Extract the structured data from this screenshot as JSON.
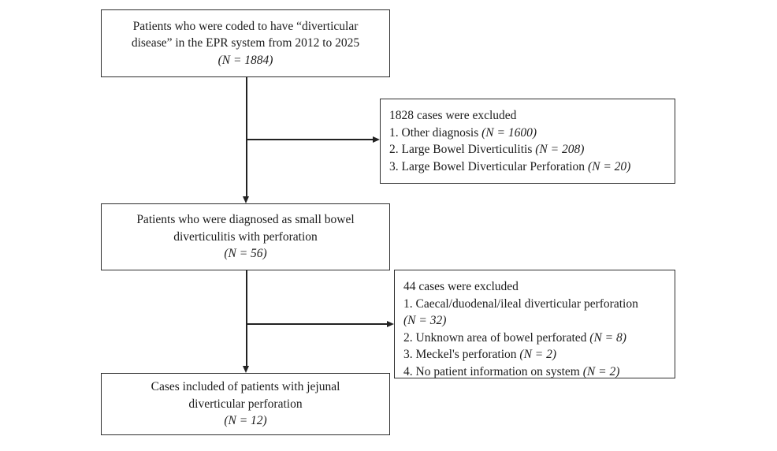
{
  "colors": {
    "line_color": "#222222",
    "border_color": "#2e2e2e",
    "text_color": "#1c1c1c",
    "bg_color": "#ffffff"
  },
  "diagram": {
    "box_coded": {
      "line1": "Patients who were coded to have “diverticular",
      "line2": "disease” in the EPR system from 2012 to 2025",
      "n": "(N = 1884)"
    },
    "box_excluded1": {
      "title": "1828 cases were excluded",
      "item1_text": "1. Other diagnosis ",
      "item1_n": "(N = 1600)",
      "item2_text": "2. Large Bowel Diverticulitis ",
      "item2_n": "(N = 208)",
      "item3_text": "3. Large Bowel Diverticular Perforation ",
      "item3_n": "(N = 20)"
    },
    "box_diagnosed": {
      "line1": "Patients who were diagnosed as small bowel",
      "line2": "diverticulitis with perforation",
      "n": "(N = 56)"
    },
    "box_excluded2": {
      "title": "44 cases were excluded",
      "item1_text": "1. Caecal/duodenal/ileal diverticular perforation",
      "item1_n": "(N = 32)",
      "item2_text": "2. Unknown area of bowel perforated ",
      "item2_n": "(N = 8)",
      "item3_text": "3. Meckel's perforation ",
      "item3_n": "(N = 2)",
      "item4_text": "4. No patient information on system ",
      "item4_n": "(N = 2)"
    },
    "box_included": {
      "line1": "Cases included of patients with jejunal",
      "line2": "diverticular perforation",
      "n": "(N = 12)"
    }
  }
}
